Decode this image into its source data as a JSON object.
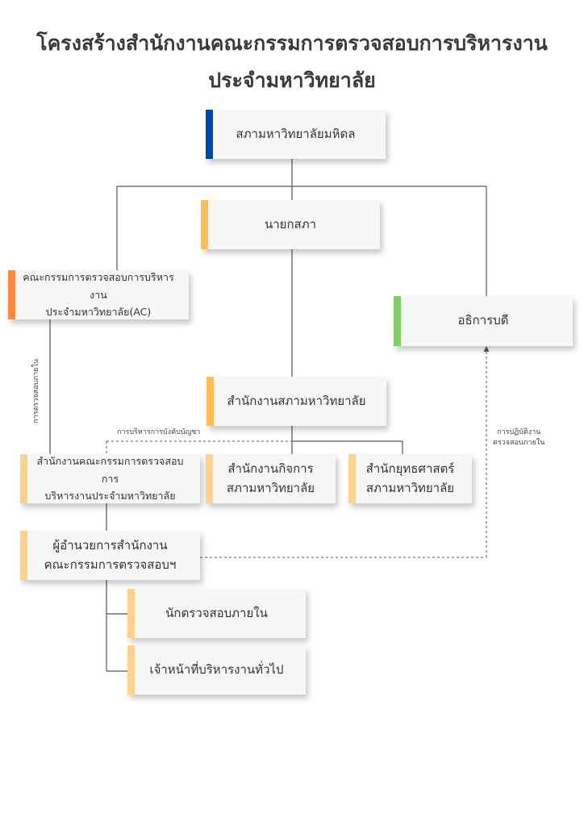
{
  "title": {
    "line1": "โครงสร้างสำนักงานคณะกรรมการตรวจสอบการบริหารงาน",
    "line2": "ประจำมหาวิทยาลัย"
  },
  "boxes": {
    "council": {
      "label": "สภามหาวิทยาลัยมหิดล",
      "color": "#0047AB"
    },
    "council_president": {
      "label": "นายกสภา",
      "color": "#FDBE57"
    },
    "audit_committee": {
      "label": "คณะกรรมการตรวจสอบการบริหารงาน\nประจำมหาวิทยาลัย(AC)",
      "color": "#FF8944"
    },
    "president": {
      "label": "อธิการบดี",
      "color": "#83CD66"
    },
    "council_office": {
      "label": "สำนักงานสภามหาวิทยาลัย",
      "color": "#FDBE57"
    },
    "audit_office": {
      "label": "สำนักงานคณะกรรมการตรวจสอบการ\nบริหารงานประจำมหาวิทยาลัย",
      "color": "#FDD28D"
    },
    "affairs_office": {
      "label": "สำนักงานกิจการ\nสภามหาวิทยาลัย",
      "color": "#FDD28D"
    },
    "strategy_office": {
      "label": "สำนักยุทธศาสตร์\nสภามหาวิทยาลัย",
      "color": "#FDD28D"
    },
    "director": {
      "label": "ผู้อำนวยการสำนักงาน\nคณะกรรมการตรวจสอบฯ",
      "color": "#FDD28D"
    },
    "internal_auditor": {
      "label": "นักตรวจสอบภายใน",
      "color": "#FDD28D"
    },
    "general_staff": {
      "label": "เจ้าหน้าที่บริหารงานทั่วไป",
      "color": "#FDD28D"
    }
  },
  "notes": {
    "internal_audit": "การตรวจสอบภายใน",
    "command_line": "การบริหารการบังคับบัญชา",
    "operation": "การปฏิบัติงาน\nตรวจสอบภายใน"
  },
  "colors": {
    "line": "#555555"
  }
}
